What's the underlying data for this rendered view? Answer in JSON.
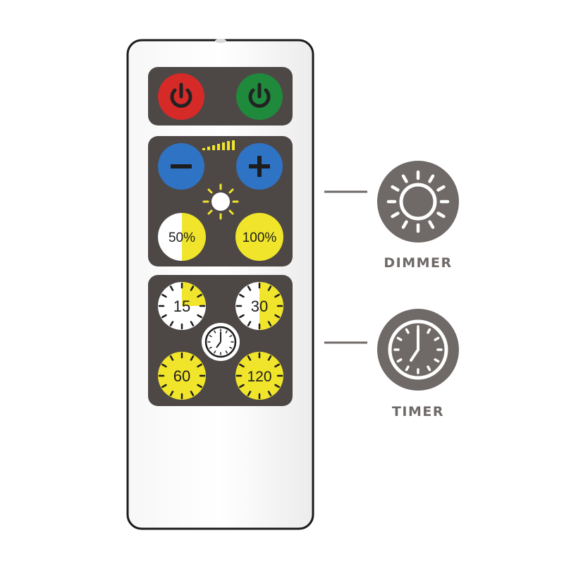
{
  "remote": {
    "power_on_color": "#d52a28",
    "power_off_color": "#1f8a3c",
    "minus_icon": "minus-icon",
    "plus_icon": "plus-icon",
    "preset_50_label": "50%",
    "preset_100_label": "100%",
    "timer_15_label": "15",
    "timer_30_label": "30",
    "timer_60_label": "60",
    "timer_120_label": "120",
    "accent_blue": "#2f73c4",
    "accent_yellow": "#f0e52b",
    "panel_color": "#4d4746",
    "body_color": "#f4f4f4"
  },
  "features": {
    "dimmer_label": "DIMMER",
    "timer_label": "TIMER",
    "badge_color": "#6f6967"
  }
}
